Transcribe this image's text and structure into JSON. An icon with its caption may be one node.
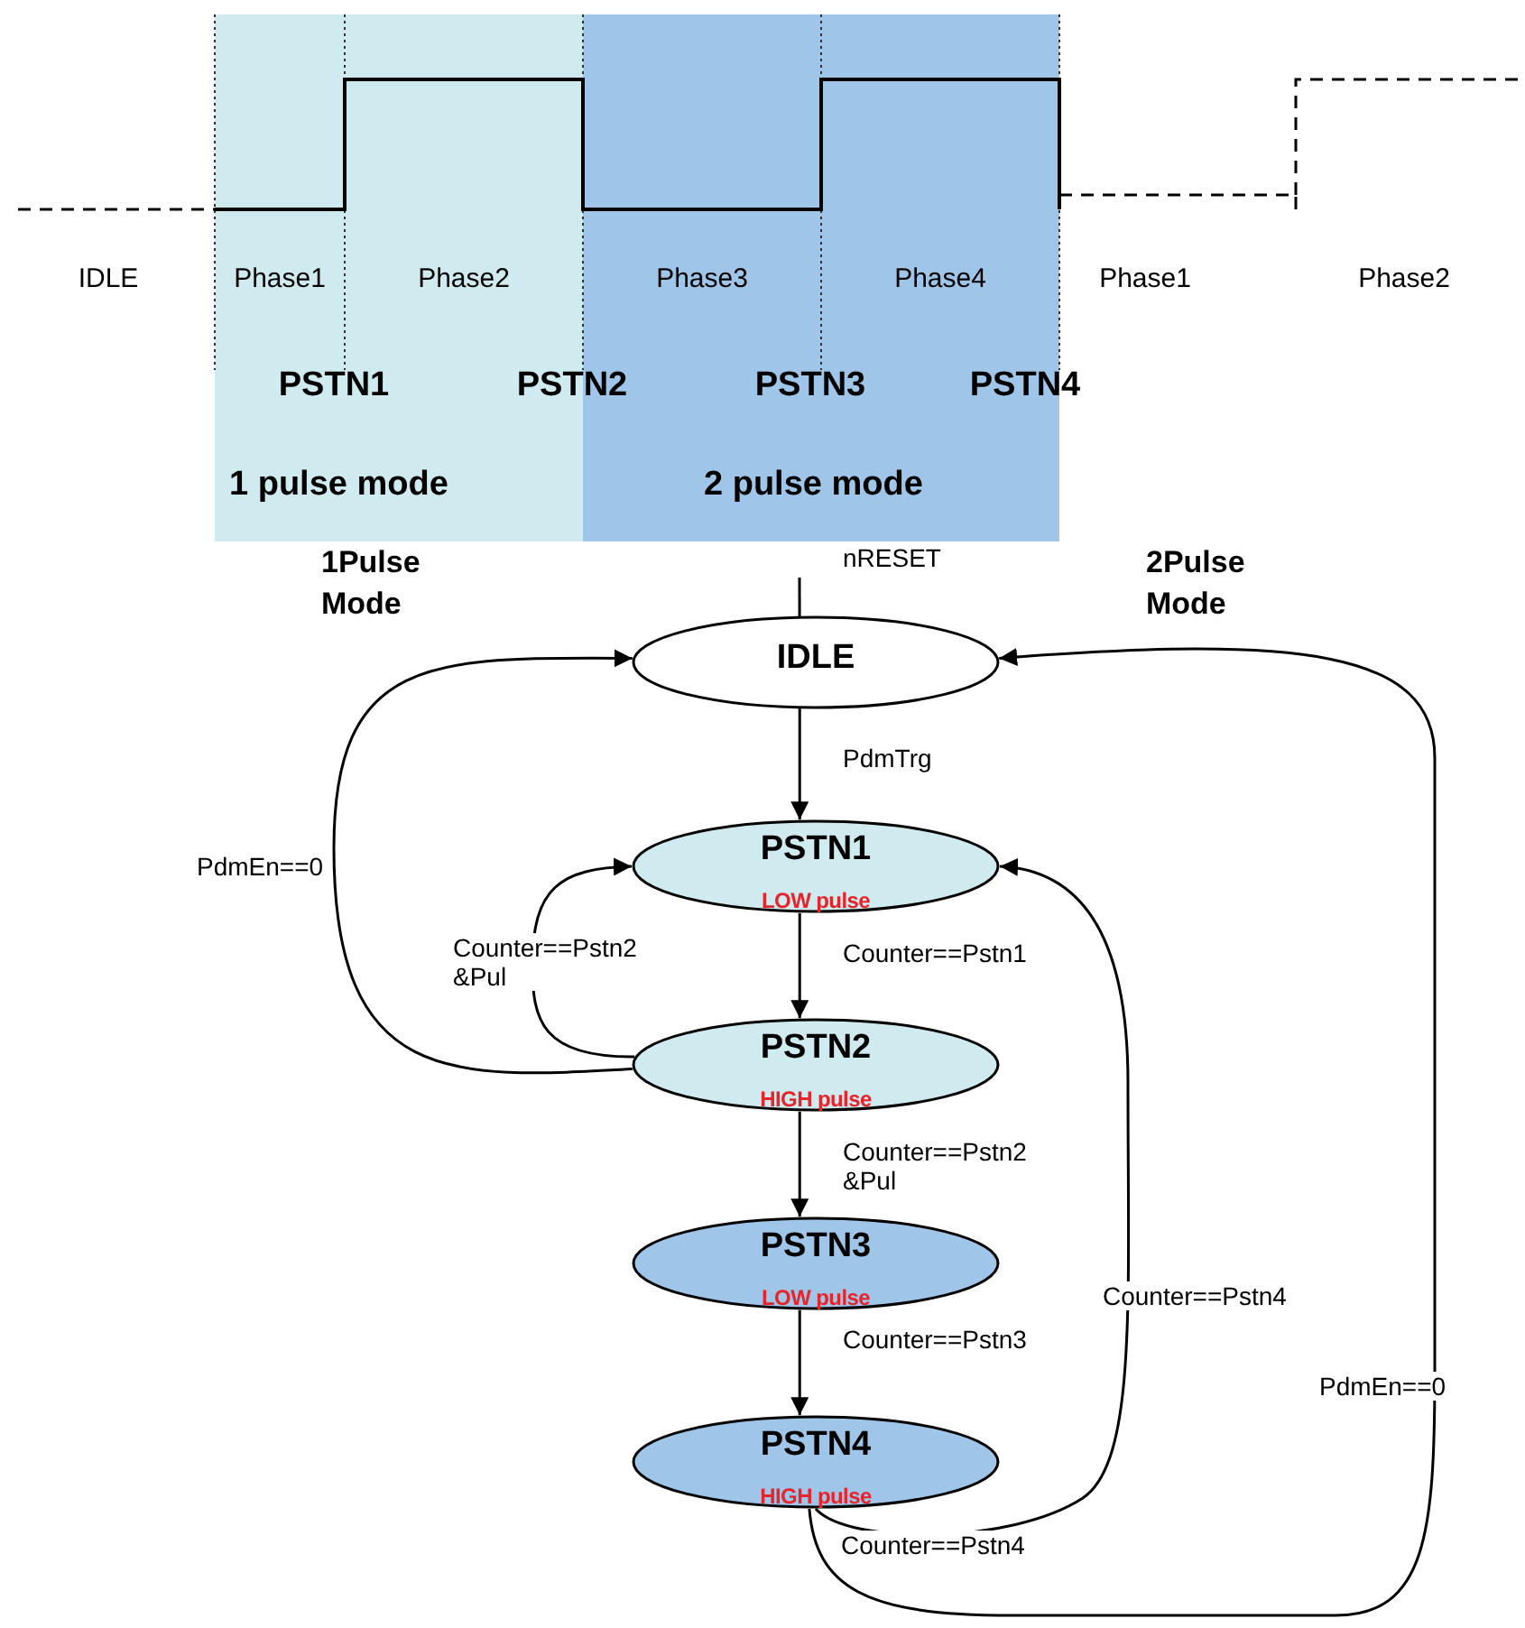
{
  "diagram": {
    "nodes": [
      {
        "text": [
          "1 pulse mode"
        ]
      },
      {
        "text": [
          "2 pulse mode"
        ]
      },
      {
        "text": [
          "IDLE"
        ]
      },
      {
        "text": [
          "PSTN1",
          "LOW pulse"
        ]
      },
      {
        "text": [
          "PSTN2",
          "HIGH pulse"
        ]
      },
      {
        "text": [
          "PSTN3",
          "LOW pulse"
        ]
      },
      {
        "text": [
          "PSTN4",
          "HIGH pulse"
        ]
      }
    ],
    "edges": [
      {
        "from": null,
        "to": 2,
        "arrow": "to",
        "label": "nRESET"
      },
      {
        "from": 2,
        "to": 3,
        "arrow": "to",
        "label": "PdmTrg"
      },
      {
        "from": 3,
        "to": 4,
        "arrow": "to",
        "label": "Counter==Pstn1"
      },
      {
        "from": 4,
        "to": 5,
        "arrow": "to",
        "label": "Counter==Pstn2 &Pul"
      },
      {
        "from": 5,
        "to": 6,
        "arrow": "to",
        "label": "Counter==Pstn3"
      },
      {
        "from": 4,
        "to": 3,
        "arrow": "to",
        "label": "Counter==Pstn2 &Pul"
      },
      {
        "from": 4,
        "to": 2,
        "arrow": "to",
        "label": "PdmEn==0"
      },
      {
        "from": 6,
        "to": 3,
        "arrow": "to",
        "label": "Counter==Pstn4"
      },
      {
        "from": 6,
        "to": 2,
        "arrow": "to",
        "label": "PdmEn==0"
      }
    ],
    "labels": [
      "IDLE",
      "Phase1",
      "Phase2",
      "Phase3",
      "Phase4",
      "Phase1",
      "Phase2",
      "PSTN1",
      "PSTN2",
      "PSTN3",
      "PSTN4",
      "1Pulse Mode",
      "2Pulse Mode",
      "Counter==Pstn4"
    ]
  }
}
